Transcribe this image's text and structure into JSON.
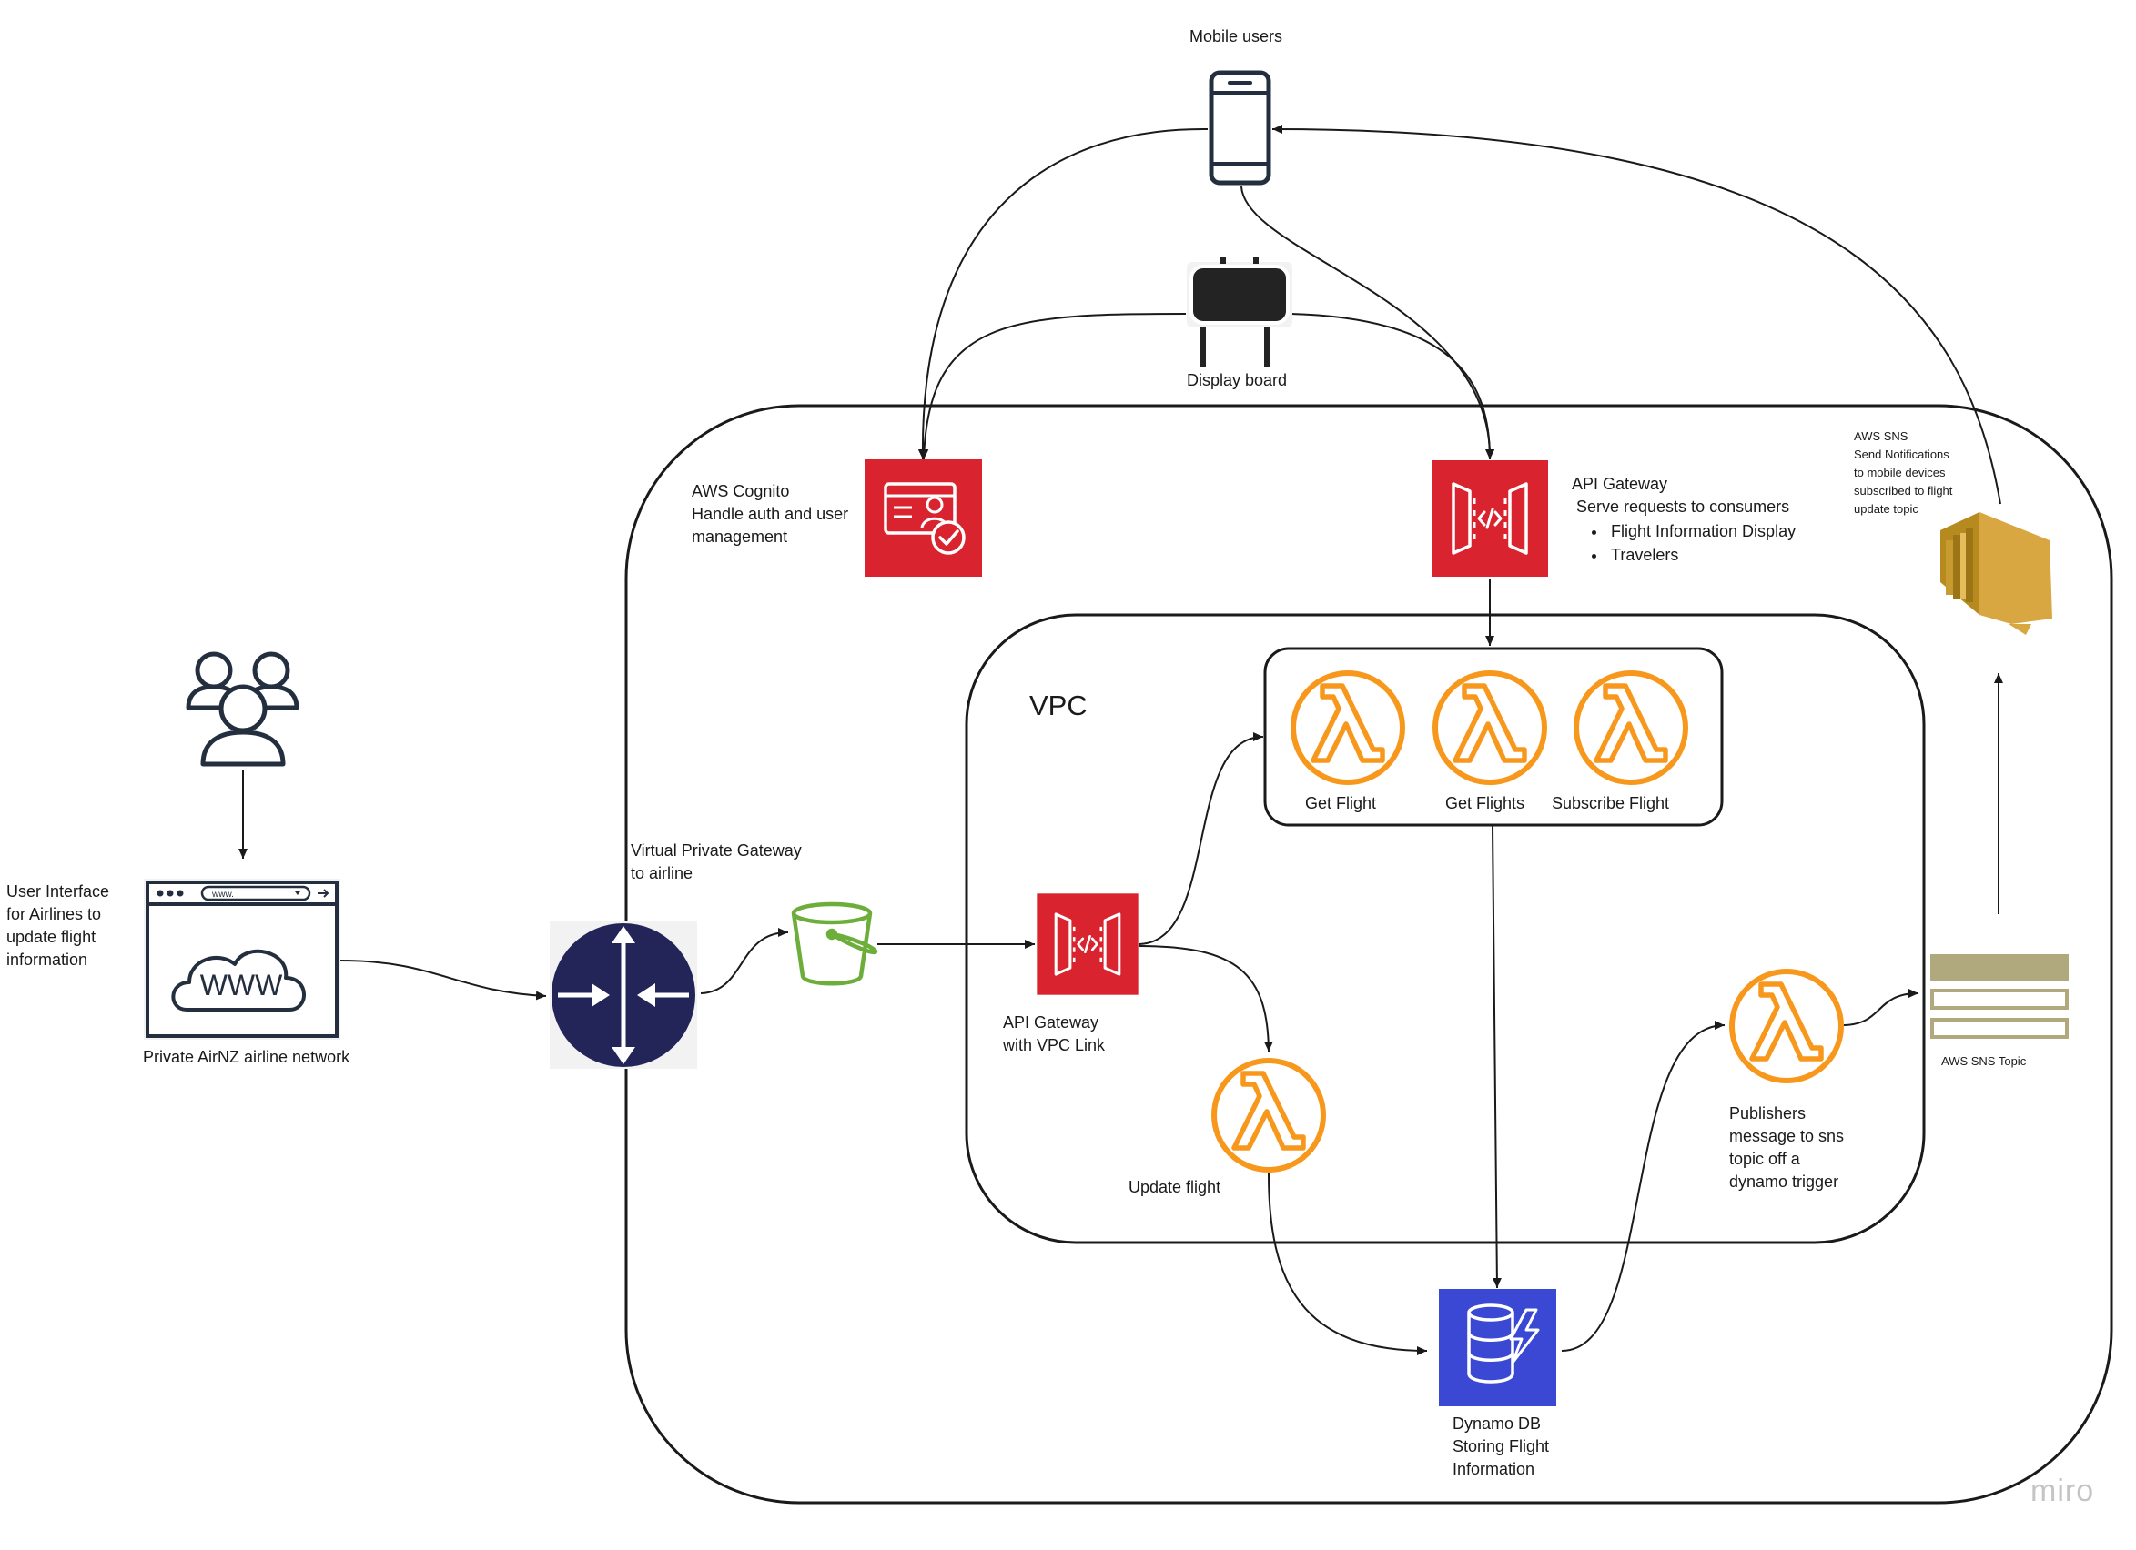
{
  "diagram": {
    "mobile_users": "Mobile users",
    "display_board": "Display board",
    "cognito": {
      "text": "AWS Cognito\nHandle auth and user\nmanagement"
    },
    "api_gateway": {
      "title": "API Gateway",
      "subtitle": "Serve requests to consumers",
      "items": [
        "Flight Information Display",
        "Travelers"
      ]
    },
    "sns": {
      "text": "AWS SNS\nSend Notifications\nto mobile devices\nsubscribed to flight\nupdate topic"
    },
    "vpc_label": "VPC",
    "lambdas": {
      "get_flight": "Get Flight",
      "get_flights": "Get Flights",
      "subscribe_flight": "Subscribe Flight"
    },
    "ui_text": "User Interface\nfor Airlines to\nupdate flight\ninformation",
    "private_network": "Private AirNZ airline network",
    "virtual_gateway": "Virtual Private Gateway\nto airline",
    "api_vpc_link": "API Gateway\nwith VPC Link",
    "update_flight": "Update flight",
    "publisher": "Publishers\nmessage to sns\ntopic off a\ndynamo trigger",
    "sns_topic": "AWS SNS Topic",
    "dynamo": "Dynamo DB\nStoring Flight\nInformation",
    "browser_url": "www.",
    "www_text": "WWW",
    "watermark": "miro"
  },
  "colors": {
    "aws_red": "#D9232E",
    "dynamo_blue": "#3A48D4",
    "lambda_orange": "#F7981D",
    "bucket_green": "#6DAE3B",
    "gateway_navy": "#232458",
    "sns_gold": "#D9A741",
    "sns_topic_olive": "#AFA97D",
    "line": "#1a1a1a",
    "icon_dark": "#232F3E"
  }
}
